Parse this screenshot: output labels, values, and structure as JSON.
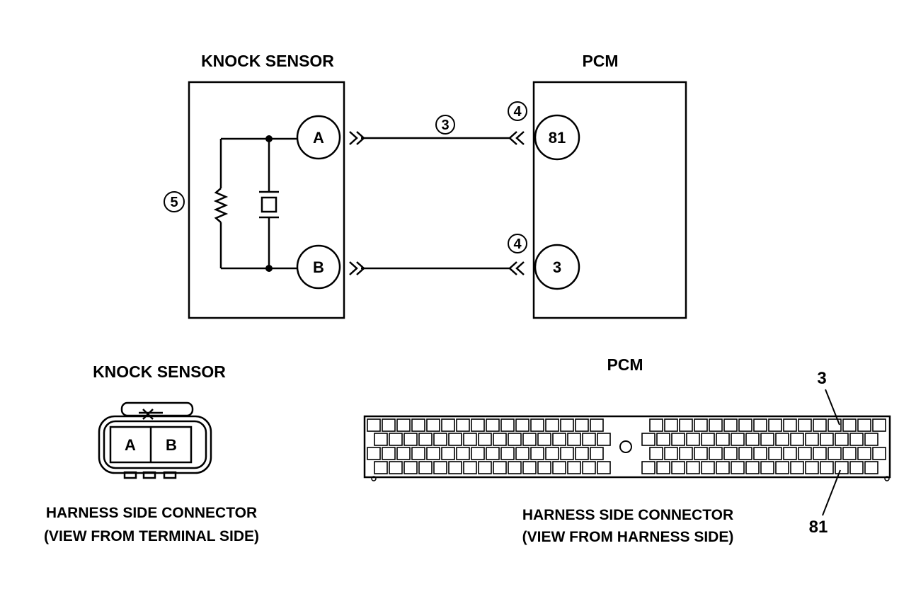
{
  "wiring": {
    "knock_sensor_title": "KNOCK SENSOR",
    "pcm_title": "PCM",
    "sensor_terminals": [
      "A",
      "B"
    ],
    "pcm_terminals": [
      "81",
      "3"
    ],
    "callouts": {
      "wire": "3",
      "pcm_connector_top": "4",
      "pcm_connector_bottom": "4",
      "sensor_element": "5"
    }
  },
  "knock_sensor_connector": {
    "title": "KNOCK SENSOR",
    "cavities": [
      "A",
      "B"
    ],
    "caption_line1": "HARNESS SIDE CONNECTOR",
    "caption_line2": "(VIEW FROM TERMINAL SIDE)"
  },
  "pcm_connector": {
    "title": "PCM",
    "pin_label_top": "3",
    "pin_label_bottom": "81",
    "caption_line1": "HARNESS SIDE CONNECTOR",
    "caption_line2": "(VIEW FROM HARNESS SIDE)"
  },
  "colors": {
    "ink": "#000000",
    "background": "#ffffff"
  }
}
